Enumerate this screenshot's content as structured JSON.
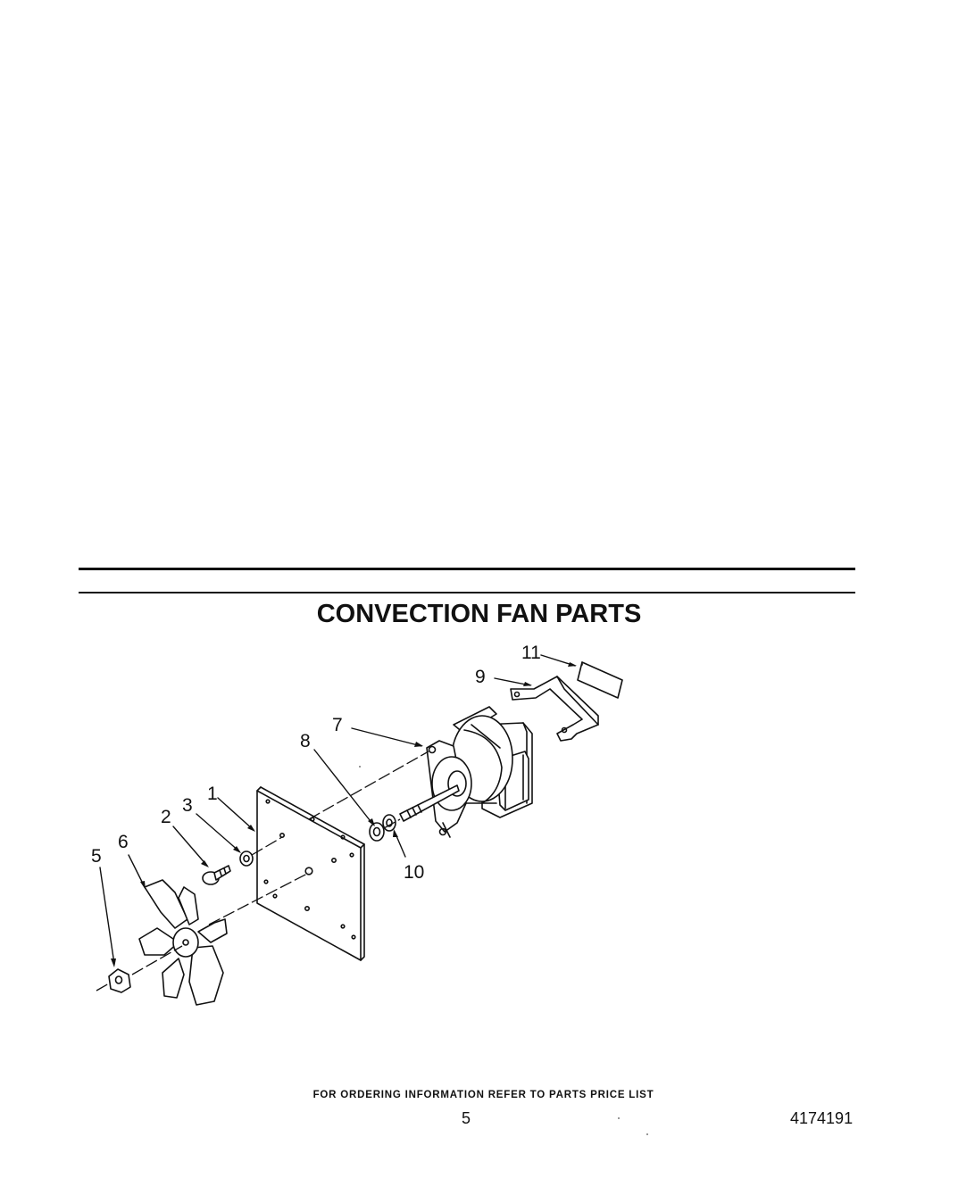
{
  "title": "CONVECTION FAN PARTS",
  "callouts": {
    "c1": "1",
    "c2": "2",
    "c3": "3",
    "c5": "5",
    "c6": "6",
    "c7": "7",
    "c8": "8",
    "c9": "9",
    "c10": "10",
    "c11": "11"
  },
  "footer": {
    "note": "FOR ORDERING INFORMATION REFER TO PARTS PRICE LIST",
    "page_number": "5",
    "doc_number": "4174191"
  }
}
